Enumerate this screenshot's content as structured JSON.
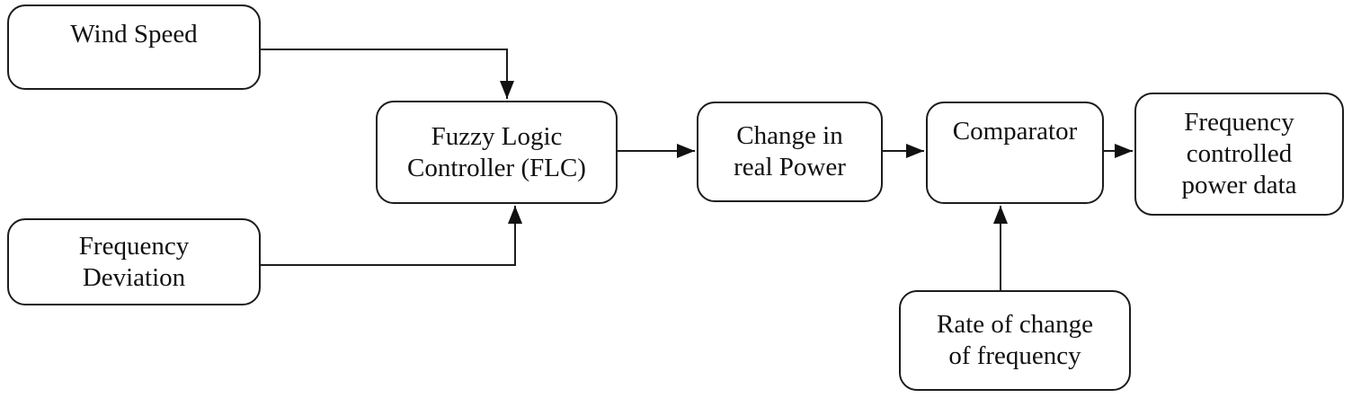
{
  "diagram": {
    "nodes": [
      {
        "id": "wind-speed",
        "label": "Wind Speed"
      },
      {
        "id": "frequency-deviation",
        "label": "Frequency\nDeviation"
      },
      {
        "id": "fuzzy-logic-controller",
        "label": "Fuzzy Logic\nController (FLC)"
      },
      {
        "id": "change-in-real-power",
        "label": "Change in\nreal Power"
      },
      {
        "id": "comparator",
        "label": "Comparator"
      },
      {
        "id": "frequency-controlled-power-data",
        "label": "Frequency\ncontrolled\npower data"
      },
      {
        "id": "rate-of-change-of-frequency",
        "label": "Rate of change\nof frequency"
      }
    ],
    "edges": [
      {
        "from": "wind-speed",
        "to": "fuzzy-logic-controller"
      },
      {
        "from": "frequency-deviation",
        "to": "fuzzy-logic-controller"
      },
      {
        "from": "fuzzy-logic-controller",
        "to": "change-in-real-power"
      },
      {
        "from": "change-in-real-power",
        "to": "comparator"
      },
      {
        "from": "comparator",
        "to": "frequency-controlled-power-data"
      },
      {
        "from": "rate-of-change-of-frequency",
        "to": "comparator"
      }
    ],
    "colors": {
      "stroke": "#1c1c1c",
      "fill": "#ffffff",
      "text": "#111111"
    }
  }
}
